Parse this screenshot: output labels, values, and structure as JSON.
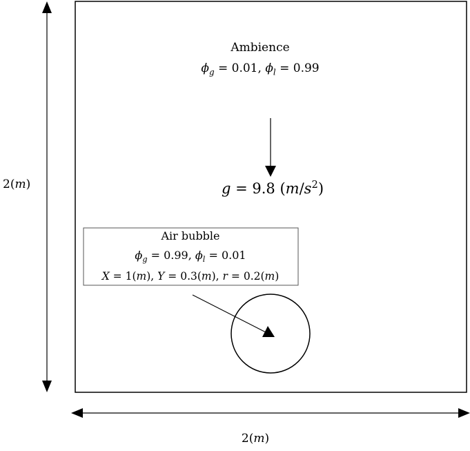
{
  "domain_width_label": {
    "num": "2(",
    "unit": "m",
    "close": ")"
  },
  "domain_height_label": {
    "num": "2(",
    "unit": "m",
    "close": ")"
  },
  "ambience": {
    "title": "Ambience",
    "phi_g": "= 0.01,",
    "phi_l": "= 0.99"
  },
  "gravity": {
    "g_sym": "g",
    "g_val": "= 9.8 (",
    "m": "m",
    "slash": "/",
    "s": "s",
    "exp": "2",
    "close": ")"
  },
  "bubble": {
    "title": "Air bubble",
    "phi_g": "= 0.99,",
    "phi_l": "= 0.01",
    "x_sym": "X",
    "x_val": "= 1(",
    "y_sym": "Y",
    "y_val": "= 0.3(",
    "r_sym": "r",
    "r_val": "= 0.2(",
    "unit": "m",
    "close": "),",
    "close_last": ")"
  },
  "symbols": {
    "phi": "ϕ",
    "sub_g": "g",
    "sub_l": "l"
  }
}
